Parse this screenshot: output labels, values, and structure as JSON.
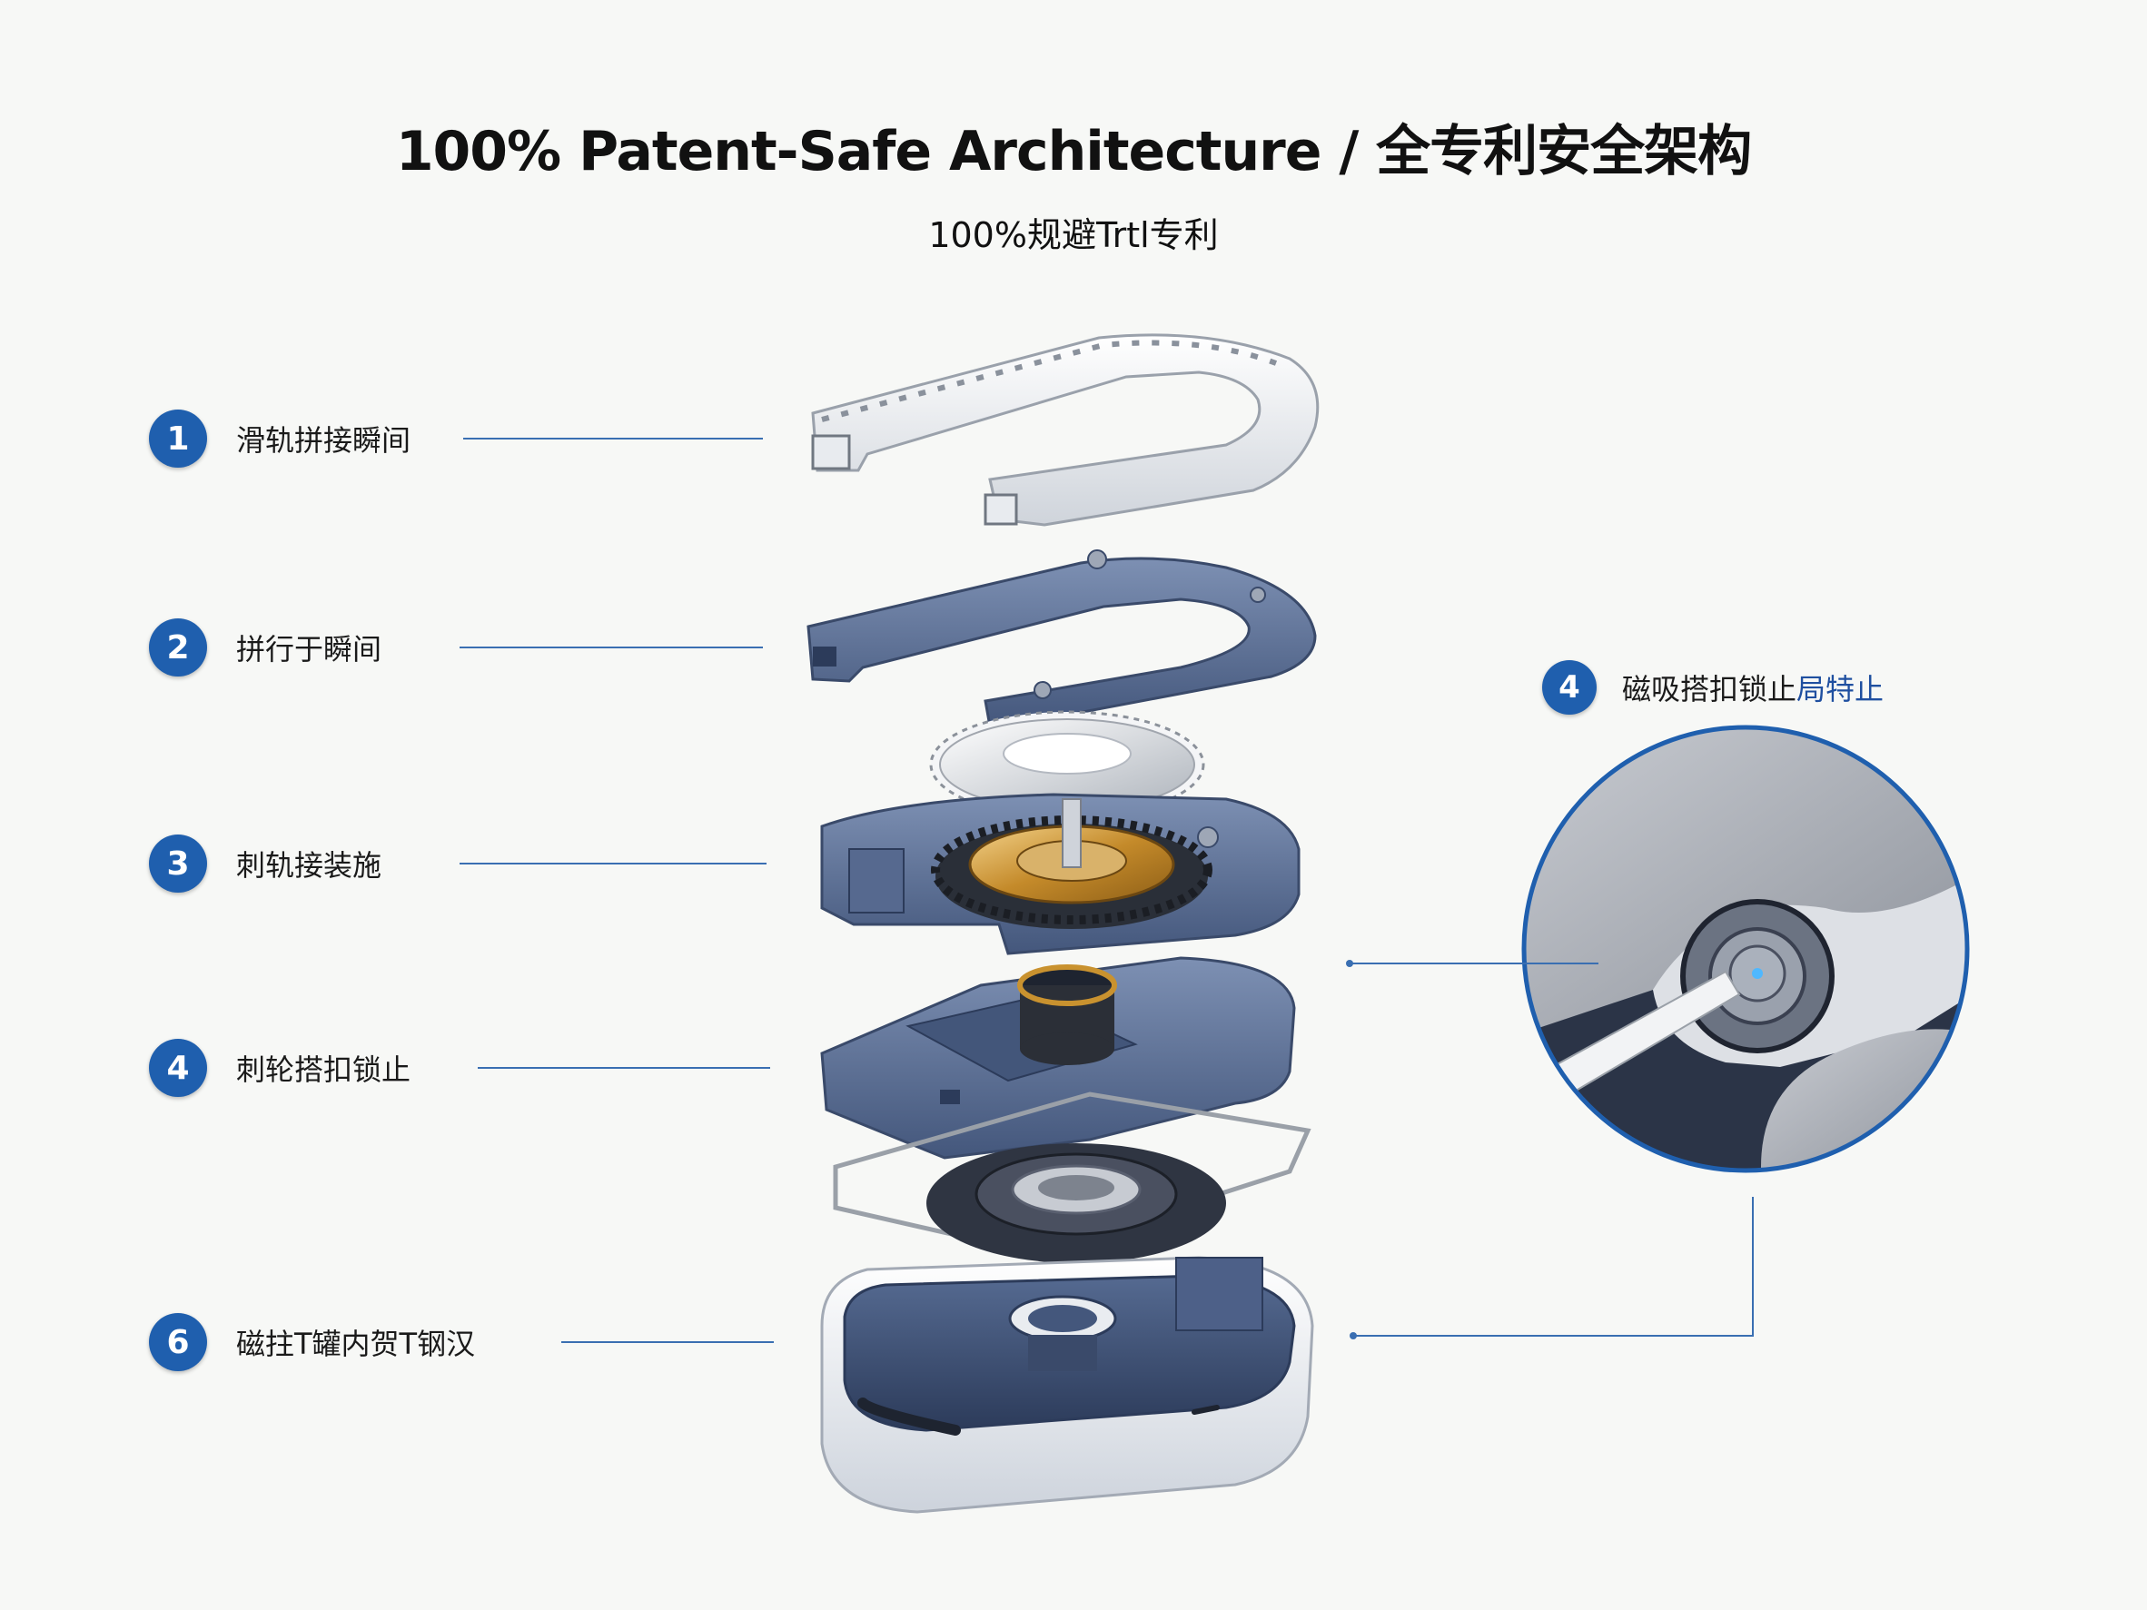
{
  "title": "100% Patent-Safe Architecture / 全专利安全架构",
  "subtitle": "100%规避Trtl专利",
  "callouts": [
    {
      "number": "1",
      "label": "滑轨拼接瞬间"
    },
    {
      "number": "2",
      "label": "拼行于瞬间"
    },
    {
      "number": "3",
      "label": "刺轨接装施"
    },
    {
      "number": "4",
      "label": "刺轮搭扣锁止"
    },
    {
      "number": "6",
      "label": "磁拄T罐内贺T钢汉"
    }
  ],
  "detail": {
    "number": "4",
    "label_main": "磁吸搭扣锁止",
    "label_accent": "局特止"
  },
  "colors": {
    "accent": "#1f5fae",
    "part_blue": "#5a6f95",
    "part_dark": "#2f3f60",
    "gear_gold": "#c9922f",
    "shell_white": "#f2f4f7"
  }
}
